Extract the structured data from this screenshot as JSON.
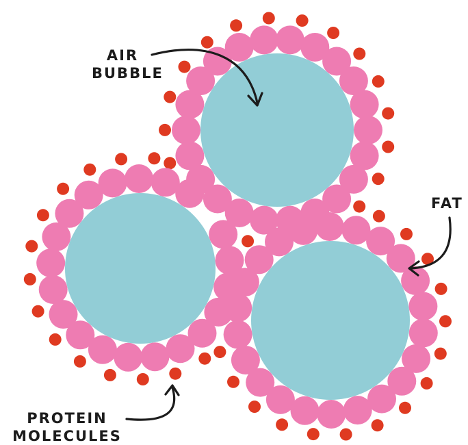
{
  "labels": {
    "air_bubble": {
      "line1": "AIR",
      "line2": "BUBBLE"
    },
    "fat": "FAT",
    "protein": {
      "line1": "PROTEIN",
      "line2": "MOLECULES"
    }
  },
  "colors": {
    "air_bubble": "#92CDD6",
    "fat_globule": "#EE7CB2",
    "protein_molecule": "#DF3A21",
    "arrow": "#1c1c1c",
    "background": "#FFFFFF"
  }
}
